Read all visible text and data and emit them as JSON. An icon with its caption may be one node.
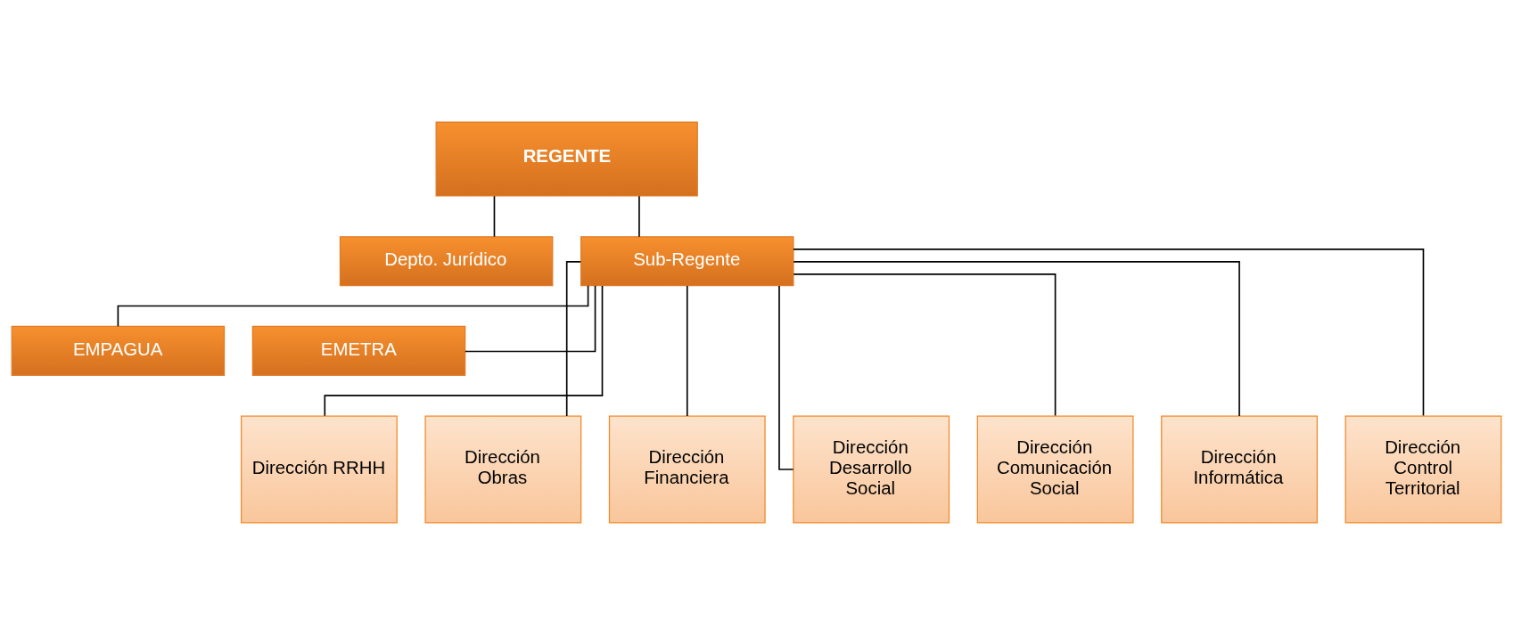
{
  "diagram": {
    "nodes": [
      {
        "text": [
          "REGENTE"
        ]
      },
      {
        "text": [
          "Depto. Jurídico"
        ]
      },
      {
        "text": [
          "Sub-Regente"
        ]
      },
      {
        "text": [
          "EMPAGUA"
        ]
      },
      {
        "text": [
          "EMETRA"
        ]
      },
      {
        "text": [
          "Dirección RRHH"
        ]
      },
      {
        "text": [
          "Dirección Obras"
        ]
      },
      {
        "text": [
          "Dirección Financiera"
        ]
      },
      {
        "text": [
          "Dirección Desarrollo Social"
        ]
      },
      {
        "text": [
          "Dirección Comunicación Social"
        ]
      },
      {
        "text": [
          "Dirección Informática"
        ]
      },
      {
        "text": [
          "Dirección Control Territorial"
        ]
      }
    ],
    "edges": [
      {
        "from": 0,
        "to": 1,
        "arrow": "none"
      },
      {
        "from": 0,
        "to": 2,
        "arrow": "none"
      },
      {
        "from": 2,
        "to": 3,
        "arrow": "none"
      },
      {
        "from": 2,
        "to": 4,
        "arrow": "none"
      },
      {
        "from": 2,
        "to": 5,
        "arrow": "none"
      },
      {
        "from": 2,
        "to": 6,
        "arrow": "none"
      },
      {
        "from": 2,
        "to": 7,
        "arrow": "none"
      },
      {
        "from": 2,
        "to": 8,
        "arrow": "none"
      },
      {
        "from": 2,
        "to": 9,
        "arrow": "none"
      },
      {
        "from": 2,
        "to": 10,
        "arrow": "none"
      },
      {
        "from": 2,
        "to": 11,
        "arrow": "none"
      }
    ]
  }
}
